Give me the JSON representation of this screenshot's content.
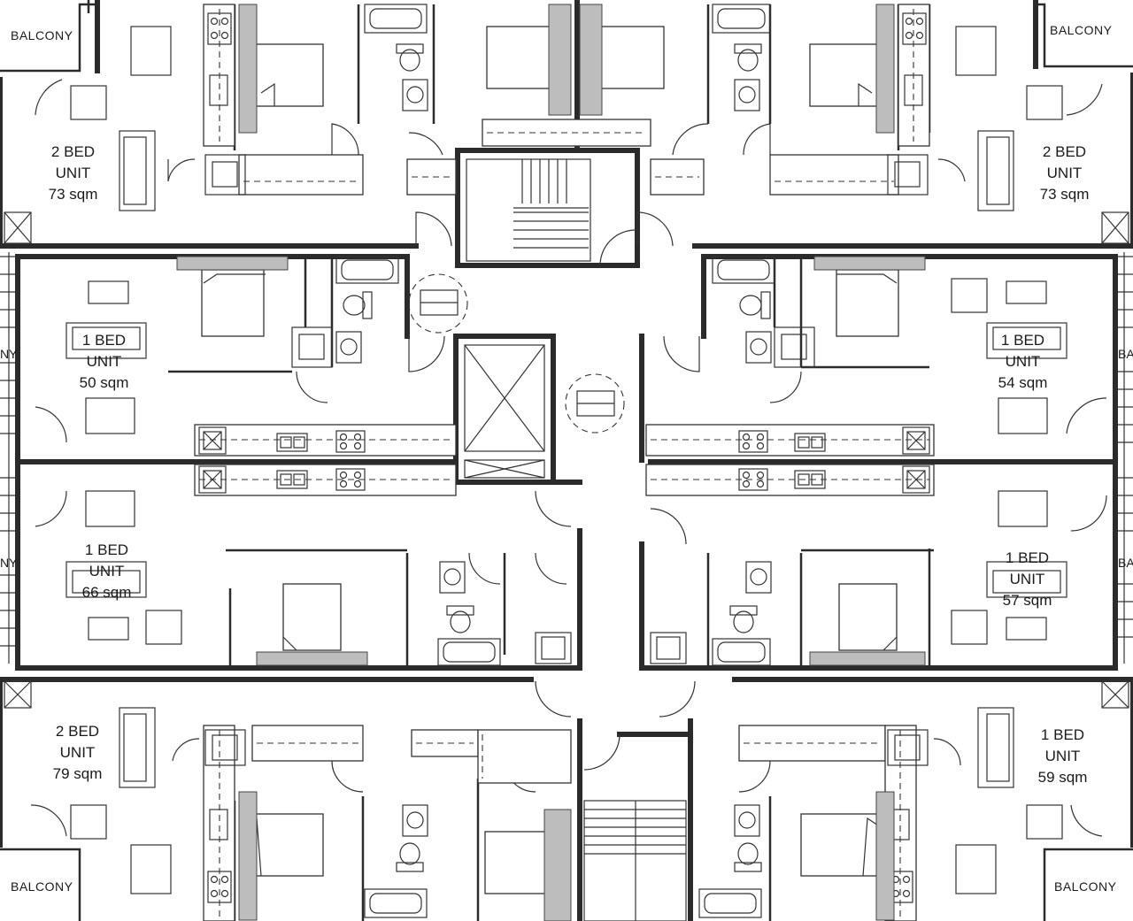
{
  "plan": {
    "units": [
      {
        "id": "unit-nw",
        "type": "2 BED",
        "word": "UNIT",
        "area": "73 sqm"
      },
      {
        "id": "unit-ne",
        "type": "2 BED",
        "word": "UNIT",
        "area": "73 sqm"
      },
      {
        "id": "unit-w1",
        "type": "1 BED",
        "word": "UNIT",
        "area": "50 sqm"
      },
      {
        "id": "unit-e1",
        "type": "1 BED",
        "word": "UNIT",
        "area": "54 sqm"
      },
      {
        "id": "unit-w2",
        "type": "1 BED",
        "word": "UNIT",
        "area": "66 sqm"
      },
      {
        "id": "unit-e2",
        "type": "1 BED",
        "word": "UNIT",
        "area": "57 sqm"
      },
      {
        "id": "unit-sw",
        "type": "2 BED",
        "word": "UNIT",
        "area": "79 sqm"
      },
      {
        "id": "unit-se",
        "type": "1 BED",
        "word": "UNIT",
        "area": "59 sqm"
      }
    ],
    "balconies": [
      "BALCONY",
      "BALCONY",
      "BALCONY",
      "BALCONY"
    ],
    "edge_labels": [
      "NY",
      "NY",
      "BA",
      "BA"
    ]
  },
  "colors": {
    "walls": "#2b2b2b",
    "background": "#ffffff",
    "hatch": "#bdbdbd"
  }
}
